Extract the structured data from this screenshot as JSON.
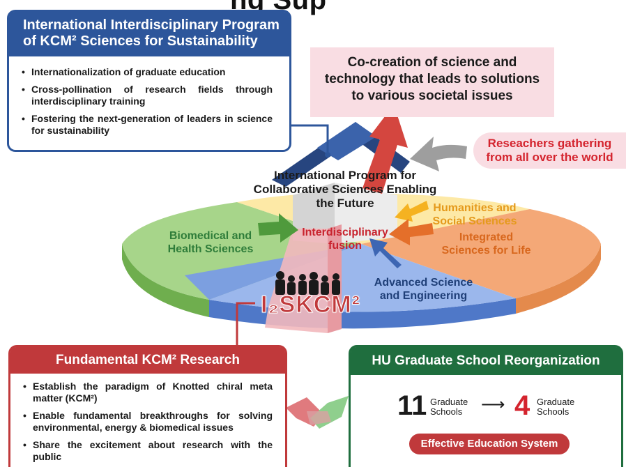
{
  "title": "ng Sup",
  "program_box": {
    "title_line1": "International Interdisciplinary Program",
    "title_line2": "of KCM² Sciences for Sustainability",
    "bullets": [
      "Internationalization of graduate education",
      "Cross-pollination of research fields through interdisciplinary training",
      "Fostering the next-generation of leaders in science for sustainability"
    ]
  },
  "cocreation": {
    "line1": "Co-creation of science and",
    "line2": "technology that leads to solutions",
    "line3": "to various societal issues"
  },
  "researchers": {
    "line1": "Reseachers gathering",
    "line2": "from all over the world"
  },
  "center": {
    "line1": "International Program for",
    "line2": "Collaborative Sciences Enabling",
    "line3": "the Future",
    "fusion_line1": "Interdisciplinary",
    "fusion_line2": "fusion"
  },
  "segments": {
    "biomedical_line1": "Biomedical and",
    "biomedical_line2": "Health Sciences",
    "humanities_line1": "Humanities and",
    "humanities_line2": "Social Sciences",
    "integrated_line1": "Integrated",
    "integrated_line2": "Sciences for Life",
    "advanced_line1": "Advanced Science",
    "advanced_line2": "and Engineering"
  },
  "logo_text": "I₂SKCM²",
  "fundamental_box": {
    "title": "Fundamental KCM² Research",
    "bullets": [
      "Establish the paradigm of Knotted chiral meta matter (KCM²)",
      "Enable fundamental breakthroughs for solving environmental, energy & biomedical issues",
      "Share the excitement about research with the public"
    ]
  },
  "hu_box": {
    "title": "HU Graduate School Reorganization",
    "from_count": "11",
    "from_label_line1": "Graduate",
    "from_label_line2": "Schools",
    "arrow": "⟶",
    "to_count": "4",
    "to_label_line1": "Graduate",
    "to_label_line2": "Schools",
    "badge": "Effective Education System"
  },
  "colors": {
    "program_blue": "#2d569b",
    "fundamental_red": "#c0393b",
    "hu_green": "#1f6e3e",
    "pink_bg": "#f9dde3",
    "biomedical_green": "#a7d58a",
    "humanities_yellow": "#fde9a6",
    "integrated_orange": "#f4a877",
    "advanced_blue": "#7c9fe0"
  }
}
